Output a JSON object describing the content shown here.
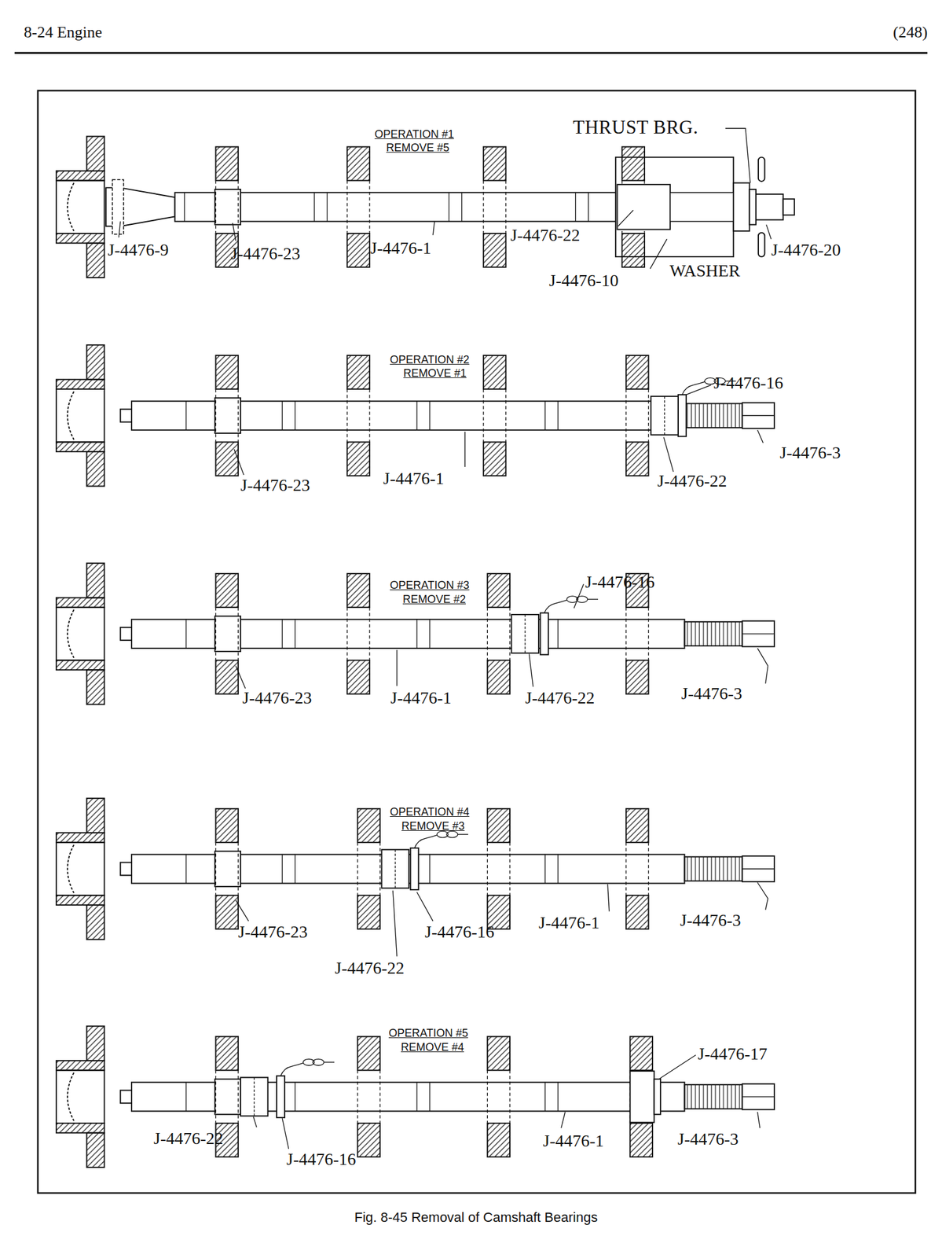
{
  "diagram": {
    "caption": "Fig. 8-45 Removal of Camshaft Bearings",
    "labels": [
      "8-24 Engine",
      "(248)",
      "OPERATION #1",
      "REMOVE #5",
      "THRUST BRG.",
      "J-4476-9",
      "J-4476-23",
      "J-4476-1",
      "J-4476-22",
      "J-4476-20",
      "J-4476-10",
      "WASHER",
      "OPERATION #2",
      "REMOVE #1",
      "J-4476-16",
      "J-4476-3",
      "J-4476-23",
      "J-4476-1",
      "J-4476-22",
      "OPERATION #3",
      "REMOVE #2",
      "J-4476-16",
      "J-4476-23",
      "J-4476-1",
      "J-4476-22",
      "J-4476-3",
      "OPERATION #4",
      "REMOVE #3",
      "J-4476-23",
      "J-4476-16",
      "J-4476-1",
      "J-4476-3",
      "J-4476-22",
      "OPERATION #5",
      "REMOVE #4",
      "J-4476-17",
      "J-4476-22",
      "J-4476-16",
      "J-4476-1",
      "J-4476-3"
    ]
  }
}
